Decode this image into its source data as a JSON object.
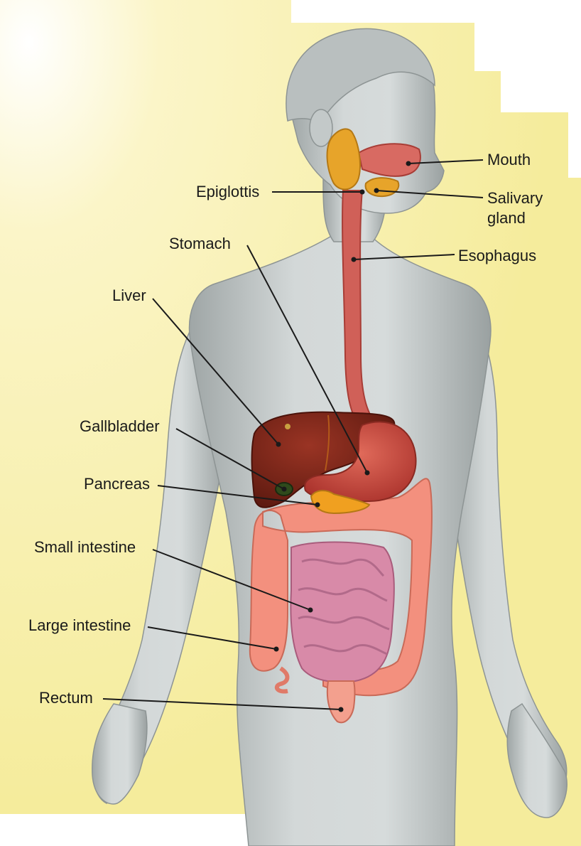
{
  "colors": {
    "background": "#f6efa0",
    "body_skin": "#c9cfcf",
    "liver": "#7a2418",
    "stomach": "#c8473c",
    "esophagus": "#d06058",
    "salivary": "#e7a42a",
    "pancreas": "#f0a020",
    "gallbladder": "#2f4a1c",
    "large_intestine": "#f3907e",
    "small_intestine": "#d88aa8",
    "leader_line": "#1a1a1a"
  },
  "labels": {
    "mouth": "Mouth",
    "salivary_line1": "Salivary",
    "salivary_line2": "gland",
    "epiglottis": "Epiglottis",
    "esophagus": "Esophagus",
    "stomach": "Stomach",
    "liver": "Liver",
    "gallbladder": "Gallbladder",
    "pancreas": "Pancreas",
    "small_intestine": "Small intestine",
    "large_intestine": "Large intestine",
    "rectum": "Rectum"
  }
}
